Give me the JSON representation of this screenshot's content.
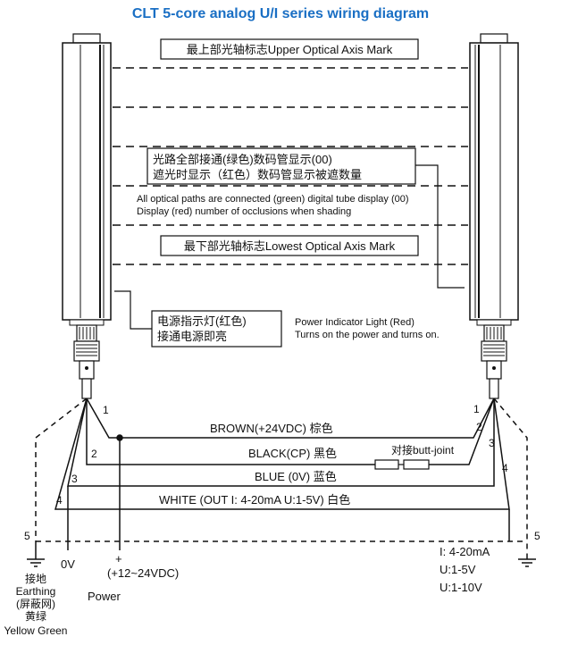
{
  "title": "CLT 5-core analog U/I series wiring diagram",
  "labels": {
    "upper_axis": "最上部光轴标志Upper Optical Axis Mark",
    "paths_cn_1": "光路全部接通(绿色)数码管显示(00)",
    "paths_cn_2": "遮光时显示（红色）数码管显示被遮数量",
    "paths_en_1": "All optical paths are connected (green) digital tube display (00)",
    "paths_en_2": "Display (red) number of occlusions when shading",
    "lowest_axis": "最下部光轴标志Lowest Optical Axis Mark",
    "power_cn_1": "电源指示灯(红色)",
    "power_cn_2": "接通电源即亮",
    "power_en_1": "Power Indicator Light (Red)",
    "power_en_2": "Turns on the power and turns on."
  },
  "wires": {
    "brown": "BROWN(+24VDC)  棕色",
    "black": "BLACK(CP)  黑色",
    "butt_joint": "对接butt-joint",
    "blue": "BLUE (0V)  蓝色",
    "white": "WHITE (OUT I: 4-20mA  U:1-5V)  白色"
  },
  "wire_numbers": {
    "left_1": "1",
    "left_2": "2",
    "left_3": "3",
    "left_4": "4",
    "left_5": "5",
    "right_1": "1",
    "right_2": "2",
    "right_3": "3",
    "right_4": "4",
    "right_5": "5"
  },
  "terminals": {
    "ground_cn": "接地",
    "ground_en": "Earthing",
    "shield_cn": "(屏蔽网)",
    "yellow_green_cn": "黄绿",
    "yellow_green_en": "Yellow Green",
    "zero_v": "0V",
    "plus": "+",
    "supply": "(+12~24VDC)",
    "power": "Power",
    "out_current": "I: 4-20mA",
    "out_voltage_1": "U:1-5V",
    "out_voltage_2": "U:1-10V"
  },
  "colors": {
    "title": "#1a6fc4",
    "line": "#111111",
    "sensor_face": "#ffffff"
  }
}
